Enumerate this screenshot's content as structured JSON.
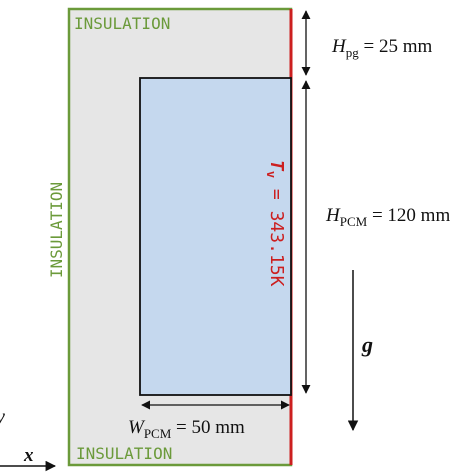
{
  "diagram": {
    "insulation_labels": {
      "top": "INSULATION",
      "left": "INSULATION",
      "bottom": "INSULATION"
    },
    "wall_temperature": {
      "symbol": "T",
      "subscript": "v",
      "value": " = 343.15K"
    },
    "dimensions": {
      "h_pg": {
        "symbol": "H",
        "subscript": "pg",
        "value": " = 25 mm"
      },
      "h_pcm": {
        "symbol": "H",
        "subscript": "PCM",
        "value": " = 120 mm"
      },
      "w_pcm": {
        "symbol": "W",
        "subscript": "PCM",
        "value": " = 50 mm"
      }
    },
    "gravity": {
      "symbol": "g"
    },
    "axes": {
      "x": "x",
      "y": "y"
    },
    "colors": {
      "insulation": "#6b9a3a",
      "heated_wall": "#cc1f1f",
      "pcm_fill": "#c5d8ee",
      "enclosure_fill": "#e6e6e6",
      "outline": "#111111"
    }
  }
}
